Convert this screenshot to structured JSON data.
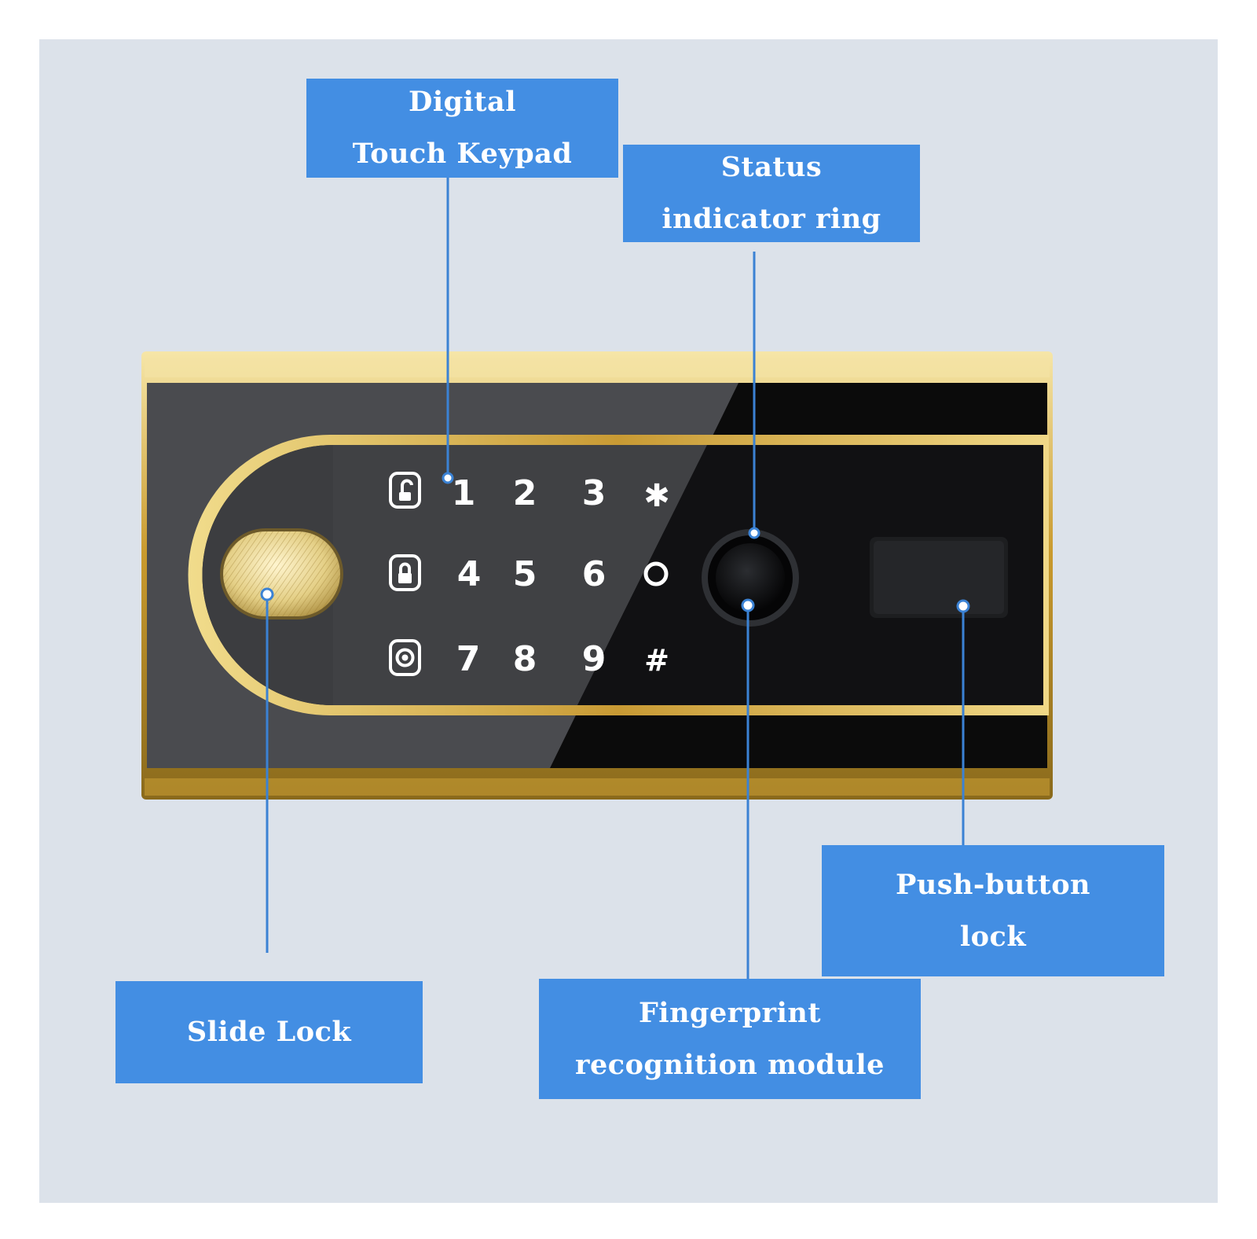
{
  "callouts": {
    "digital_keypad": {
      "line1": "Digital",
      "line2": "Touch Keypad"
    },
    "status_ring": {
      "line1": "Status",
      "line2": "indicator ring"
    },
    "push_button": {
      "line1": "Push-button",
      "line2": "lock"
    },
    "slide_lock": {
      "line1": "Slide Lock"
    },
    "fingerprint": {
      "line1": "Fingerprint",
      "line2": "recognition module"
    }
  },
  "keypad": {
    "row1": [
      "1",
      "2",
      "3",
      "✱"
    ],
    "row2": [
      "4",
      "5",
      "6"
    ],
    "row3": [
      "7",
      "8",
      "9",
      "#"
    ],
    "row_icons": [
      "unlock-icon",
      "lock-icon",
      "fingerprint-settings-icon"
    ],
    "row2_extra_icon": "ring-icon"
  },
  "colors": {
    "background": "#dce2ea",
    "callout": "#438ee3",
    "leader_line": "#3b82d4",
    "gold": "#d8b345",
    "panel_black": "#0b0b0b",
    "panel_gray": "#4a4b4f"
  }
}
